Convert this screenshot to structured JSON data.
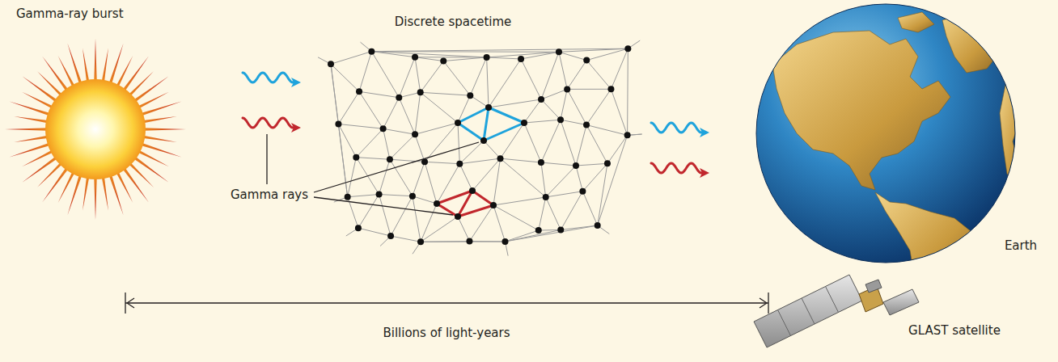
{
  "diagram": {
    "labels": [
      "Gamma-ray burst",
      "Discrete spacetime",
      "Gamma rays",
      "Earth",
      "GLAST satellite",
      "Billions of light-years"
    ]
  }
}
